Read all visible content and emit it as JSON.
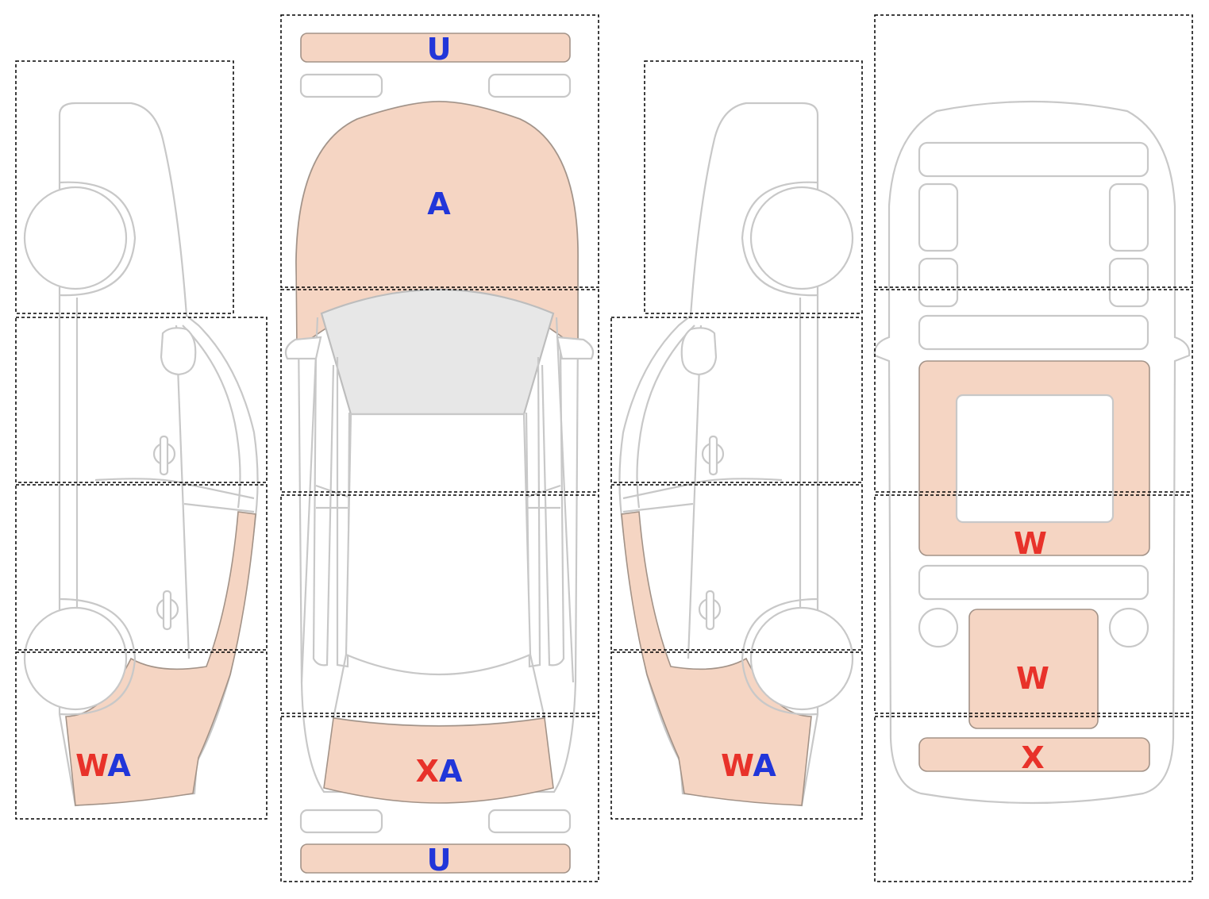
{
  "colors": {
    "damage_fill": "#f5d5c3",
    "damage_stroke": "#a39388",
    "outline": "#c8c8c8",
    "glass": "#e7e7e7",
    "code_red": "#e8322a",
    "code_blue": "#2136d9",
    "zone_border": "#000000"
  },
  "views": {
    "left_side": {
      "rear_lower": [
        {
          "code": "W",
          "color": "#e8322a"
        },
        {
          "code": "A",
          "color": "#2136d9"
        }
      ]
    },
    "top": {
      "front_bumper": [
        {
          "code": "U",
          "color": "#2136d9"
        }
      ],
      "hood": [
        {
          "code": "A",
          "color": "#2136d9"
        }
      ],
      "trunk": [
        {
          "code": "X",
          "color": "#e8322a"
        },
        {
          "code": "A",
          "color": "#2136d9"
        }
      ],
      "rear_bumper": [
        {
          "code": "U",
          "color": "#2136d9"
        }
      ]
    },
    "right_side": {
      "rear_lower": [
        {
          "code": "W",
          "color": "#e8322a"
        },
        {
          "code": "A",
          "color": "#2136d9"
        }
      ]
    },
    "underbody": {
      "center_frame": [
        {
          "code": "W",
          "color": "#e8322a"
        }
      ],
      "rear_panel": [
        {
          "code": "W",
          "color": "#e8322a"
        }
      ],
      "rear_bar": [
        {
          "code": "X",
          "color": "#e8322a"
        }
      ]
    }
  }
}
